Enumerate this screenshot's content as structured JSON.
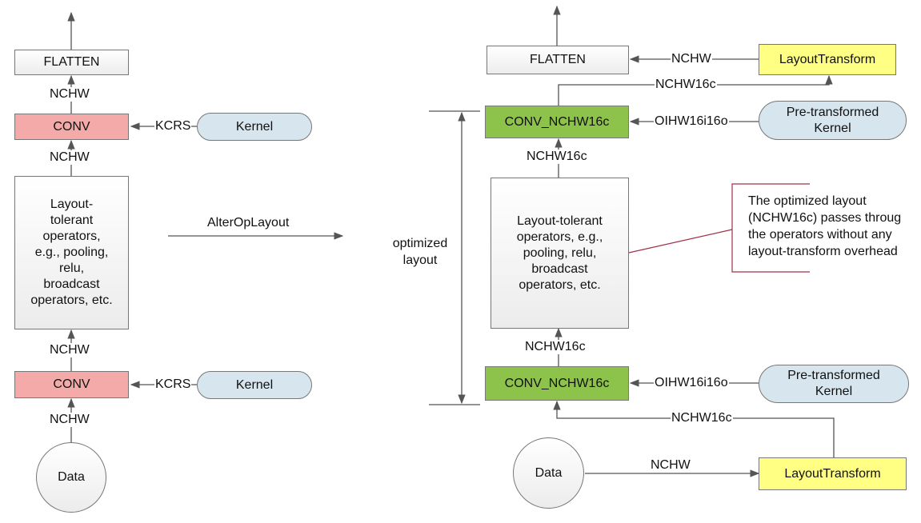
{
  "left": {
    "flatten": "FLATTEN",
    "conv_top": "CONV",
    "conv_bottom": "CONV",
    "kernel_top": "Kernel",
    "kernel_bottom": "Kernel",
    "layout_box": "Layout-\ntolerant\noperators,\ne.g., pooling,\nrelu,\nbroadcast\noperators, etc.",
    "data": "Data",
    "edge_nchw_1": "NCHW",
    "edge_nchw_2": "NCHW",
    "edge_nchw_3": "NCHW",
    "edge_nchw_4": "NCHW",
    "edge_kcrs_top": "KCRS",
    "edge_kcrs_bottom": "KCRS"
  },
  "transform_label": "AlterOpLayout",
  "right": {
    "flatten": "FLATTEN",
    "layout_transform_top": "LayoutTransform",
    "layout_transform_bottom": "LayoutTransform",
    "conv_top": "CONV_NCHW16c",
    "conv_bottom": "CONV_NCHW16c",
    "kernel_top": "Pre-transformed\nKernel",
    "kernel_bottom": "Pre-transformed\nKernel",
    "layout_box": "Layout-tolerant\noperators, e.g.,\npooling, relu,\nbroadcast\noperators, etc.",
    "data": "Data",
    "edge_nchw_top": "NCHW",
    "edge_nchw16c_top": "NCHW16c",
    "edge_nchw16c_1": "NCHW16c",
    "edge_nchw16c_2": "NCHW16c",
    "edge_nchw16c_bottom": "NCHW16c",
    "edge_nchw_bottom": "NCHW",
    "edge_oihw_top": "OIHW16i16o",
    "edge_oihw_bottom": "OIHW16i16o",
    "optimized_layout": "optimized\nlayout",
    "callout": "The optimized layout\n(NCHW16c) passes throug\nthe operators without any\nlayout-transform overhead"
  },
  "colors": {
    "conv_red": "#f4aaa8",
    "conv_green": "#8dc34a",
    "transform_yellow": "#ffff84",
    "kernel_blue": "#d7e6ee",
    "callout_line": "#a0304a"
  }
}
